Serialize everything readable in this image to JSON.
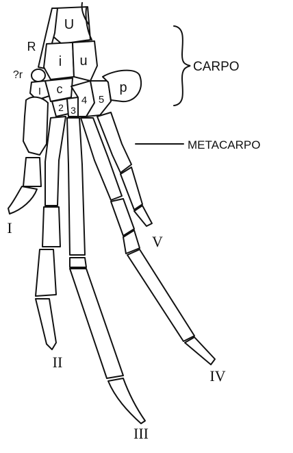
{
  "bone_labels": {
    "ulna": "U",
    "radius": "R",
    "possible_radiale": "?r",
    "intermedium": "i",
    "ulnare": "u",
    "carpal_1": "I",
    "centrale": "c",
    "carpal_2": "2",
    "carpal_3": "3",
    "carpal_4": "4",
    "carpal_5": "5",
    "pisiform": "p"
  },
  "region_labels": {
    "carpus": "CARPO",
    "metacarpus": "METACARPO"
  },
  "digit_labels": [
    "I",
    "II",
    "III",
    "IV",
    "V"
  ],
  "colors": {
    "ink": "#111111",
    "background": "#ffffff"
  }
}
